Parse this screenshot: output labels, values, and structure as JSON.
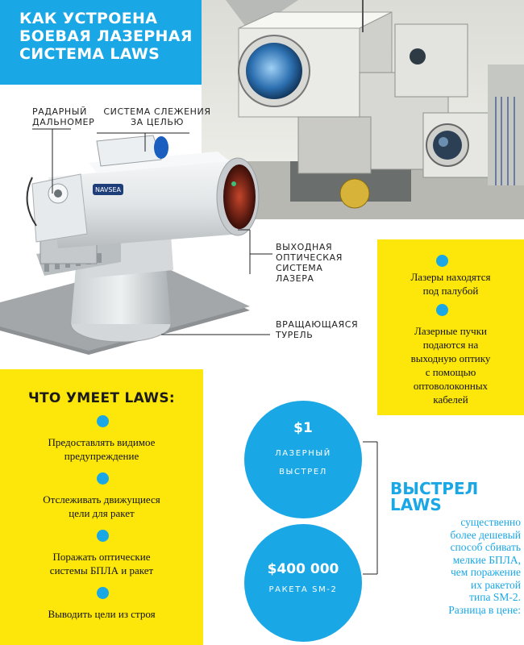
{
  "title": "КАК УСТРОЕНА БОЕВАЯ ЛАЗЕРНАЯ СИСТЕМА LAWS",
  "device_labels": {
    "radar": [
      "РАДАРНЫЙ",
      "ДАЛЬНОМЕР"
    ],
    "tracking": [
      "СИСТЕМА СЛЕЖЕНИЯ",
      "ЗА ЦЕЛЬЮ"
    ],
    "optics": [
      "ВЫХОДНАЯ",
      "ОПТИЧЕСКАЯ",
      "СИСТЕМА",
      "ЛАЗЕРА"
    ],
    "turret": [
      "ВРАЩАЮЩАЯСЯ",
      "ТУРЕЛЬ"
    ]
  },
  "device_badge": "NAVSEA",
  "lasers_box": {
    "items": [
      [
        "Лазеры находятся",
        "под палубой"
      ],
      [
        "Лазерные пучки",
        "подаются на",
        "выходную оптику",
        "с помощью",
        "оптоволоконных",
        "кабелей"
      ]
    ]
  },
  "capabilities": {
    "heading": "ЧТО УМЕЕТ LAWS:",
    "items": [
      [
        "Предоставлять видимое",
        "предупреждение"
      ],
      [
        "Отслеживать движущиеся",
        "цели для ракет"
      ],
      [
        "Поражать оптические",
        "системы БПЛА и ракет"
      ],
      [
        "Выводить цели из строя"
      ]
    ]
  },
  "costs": {
    "laser": {
      "price": "$1",
      "label": [
        "ЛАЗЕРНЫЙ",
        "ВЫСТРЕЛ"
      ]
    },
    "missile": {
      "price": "$400 000",
      "label": [
        "РАКЕТА SM-2"
      ]
    }
  },
  "shot_note": {
    "heading": [
      "ВЫСТРЕЛ",
      "LAWS"
    ],
    "body": [
      "существенно",
      "более дешевый",
      "способ сбивать",
      "мелкие БПЛА,",
      "чем поражение",
      "их ракетой",
      "типа SM-2.",
      "Разница в цене:"
    ]
  },
  "colors": {
    "accent": "#1aa7e6",
    "yellow": "#fde70a"
  }
}
